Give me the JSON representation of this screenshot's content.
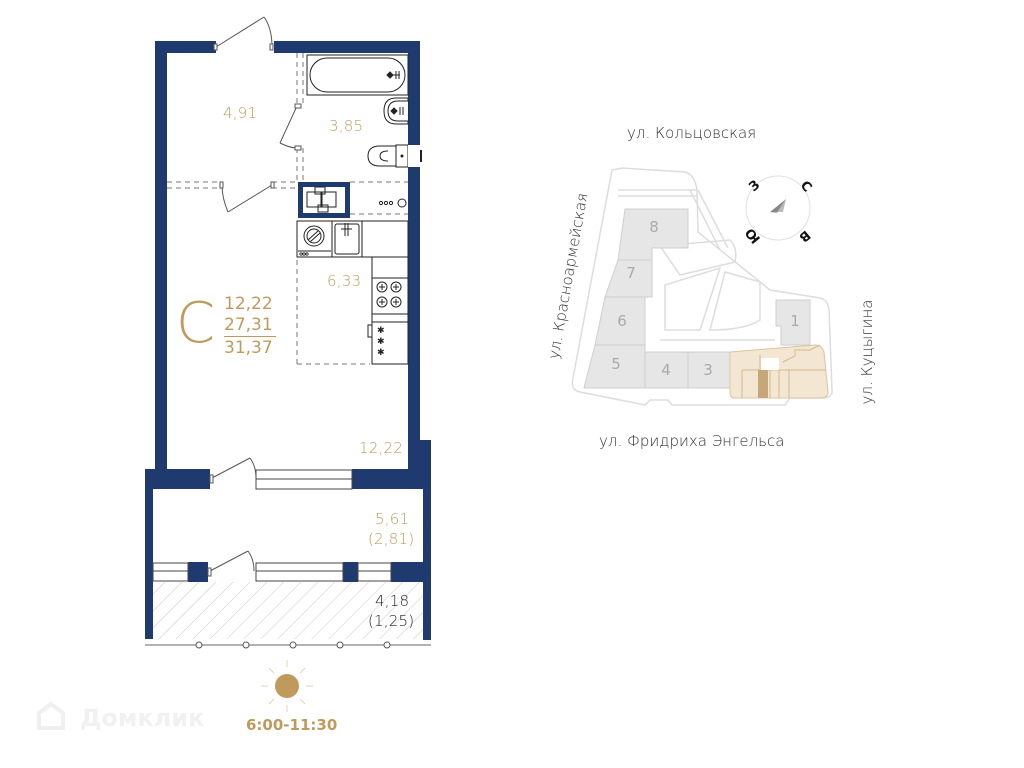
{
  "plan": {
    "rooms": {
      "hall": "4,91",
      "bathroom": "3,85",
      "kitchen": "6,33",
      "living": "12,22",
      "loggia": "5,61",
      "loggia_coef": "(2,81)",
      "balcony": "4,18",
      "balcony_coef": "(1,25)"
    },
    "summary": {
      "type_letter": "С",
      "living_area": "12,22",
      "area_no_balcony": "27,31",
      "total_area": "31,37"
    },
    "sun": {
      "time": "6:00-11:30",
      "icon": "sun-icon"
    }
  },
  "site_map": {
    "streets": {
      "top": "ул. Кольцовская",
      "left": "ул. Красноармейская",
      "bottom": "ул. Фридриха Энгельса",
      "right": "ул. Куцыгина"
    },
    "buildings": [
      "1",
      "3",
      "4",
      "5",
      "6",
      "7",
      "8"
    ],
    "compass": {
      "north": "С",
      "west": "З",
      "south": "Ю",
      "east": "В"
    }
  },
  "watermark": {
    "text": "Домклик"
  },
  "colors": {
    "wall": "#1e3a6e",
    "accent_gold": "#c09a5d",
    "building_gray": "#e6e6e6",
    "highlight_section": "#f3e6d3",
    "selected_unit": "#c7a77a"
  }
}
